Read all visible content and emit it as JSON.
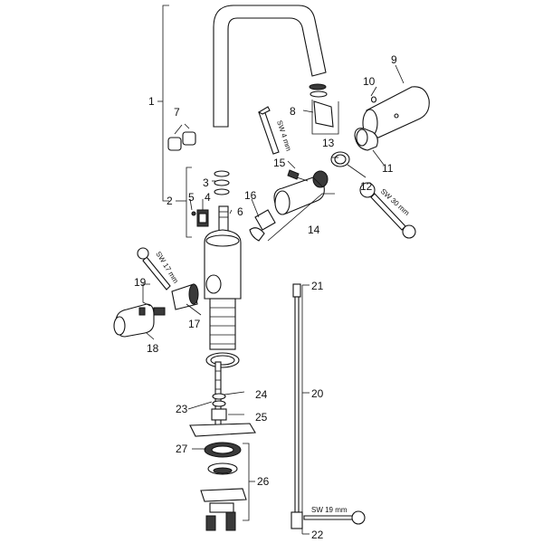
{
  "callouts": {
    "n1": "1",
    "n2": "2",
    "n3": "3",
    "n4": "4",
    "n5": "5",
    "n6": "6",
    "n7": "7",
    "n8": "8",
    "n9": "9",
    "n10": "10",
    "n11": "11",
    "n12": "12",
    "n13": "13",
    "n14": "14",
    "n15": "15",
    "n16": "16",
    "n17": "17",
    "n18": "18",
    "n19": "19",
    "n20": "20",
    "n21": "21",
    "n22": "22",
    "n23": "23",
    "n24": "24",
    "n25": "25",
    "n26": "26",
    "n27": "27"
  },
  "tools": {
    "hex_key": "SW 4 mm",
    "wrench_30": "SW 30 mm",
    "wrench_17": "SW 17 mm",
    "wrench_19": "SW 19 mm"
  }
}
